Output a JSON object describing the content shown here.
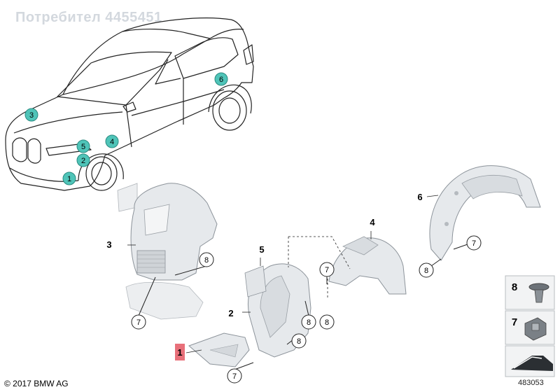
{
  "watermark": "Потребител 4455451",
  "copyright": "© 2017 BMW AG",
  "reference_number": "483053",
  "car_markers": [
    "3",
    "5",
    "4",
    "2",
    "1",
    "6"
  ],
  "part_labels": {
    "p1": "1",
    "p2": "2",
    "p3": "3",
    "p4": "4",
    "p5": "5",
    "p6": "6"
  },
  "fastener_circles": {
    "c1": "8",
    "c2": "7",
    "c3": "7",
    "c4": "8",
    "c5": "8",
    "c6": "7",
    "c7": "8",
    "c8": "7",
    "c9": "8"
  },
  "legend": {
    "item_a": "8",
    "item_b": "7"
  },
  "colors": {
    "marker_teal": "#4fc4b8",
    "part_fill": "#e6e9ec",
    "part_stroke": "#8c939a",
    "highlight_red": "#e8707a"
  }
}
